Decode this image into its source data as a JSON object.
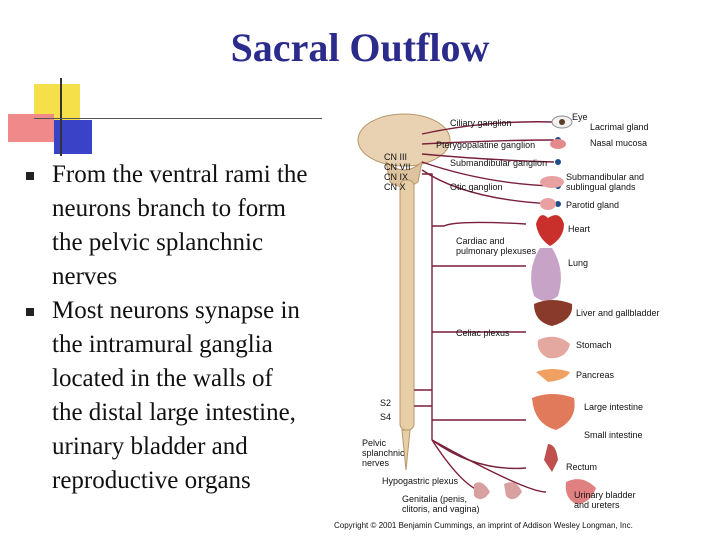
{
  "slide": {
    "title": "Sacral Outflow",
    "bullets": [
      "From the ventral rami the neurons branch to form the pelvic splanchnic nerves",
      "Most neurons synapse in the intramural ganglia located in the walls of the distal large intestine, urinary bladder and reproductive organs"
    ]
  },
  "figure": {
    "labels": {
      "ciliary": "Ciliary ganglion",
      "eye": "Eye",
      "lacrimal": "Lacrimal gland",
      "ptery": "Pterygopalatine ganglion",
      "nasal": "Nasal mucosa",
      "submandibular_ganglion": "Submandibular ganglion",
      "otic": "Otic ganglion",
      "submandibular_glands_1": "Submandibular and",
      "submandibular_glands_2": "sublingual glands",
      "parotid": "Parotid gland",
      "cn3": "CN III",
      "cn7": "CN VII",
      "cn9": "CN IX",
      "cn10": "CN X",
      "heart": "Heart",
      "cardiac_1": "Cardiac and",
      "cardiac_2": "pulmonary plexuses",
      "lung": "Lung",
      "liver": "Liver and gallbladder",
      "celiac": "Celiac plexus",
      "stomach": "Stomach",
      "pancreas": "Pancreas",
      "s2": "S2",
      "s4": "S4",
      "large_intestine": "Large intestine",
      "small_intestine": "Small intestine",
      "pelvic_1": "Pelvic",
      "pelvic_2": "splanchnic",
      "pelvic_3": "nerves",
      "rectum": "Rectum",
      "hypogastric": "Hypogastric plexus",
      "genitalia_1": "Genitalia (penis,",
      "genitalia_2": "clitoris, and vagina)",
      "bladder_1": "Urinary bladder",
      "bladder_2": "and ureters",
      "copyright": "Copyright © 2001 Benjamin Cummings, an imprint of Addison Wesley Longman, Inc."
    }
  }
}
